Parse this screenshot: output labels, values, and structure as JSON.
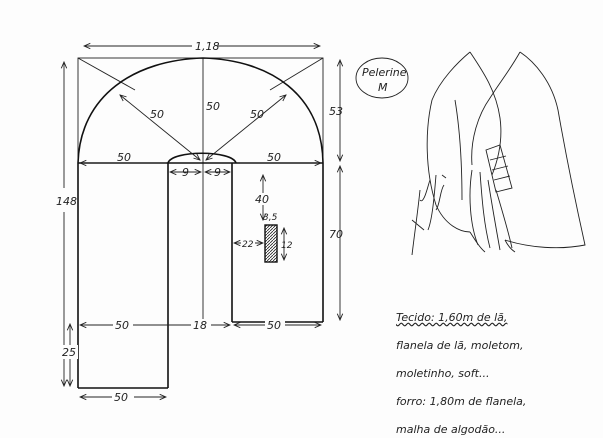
{
  "title": "Pelerine",
  "size": "M",
  "dimensions": {
    "total_width": "1,18",
    "total_height": "148",
    "top_height": "53",
    "body_height": "70",
    "radius_left": "50",
    "radius_center": "50",
    "radius_right": "50",
    "shoulder_left": "50",
    "shoulder_right": "50",
    "neck_left": "9",
    "neck_right": "9",
    "slot_offset": "40",
    "slot_width": "3,5",
    "slot_height": "12",
    "slot_side": "22",
    "bottom_left": "50",
    "bottom_center": "18",
    "bottom_right": "50",
    "flap_height": "25",
    "flap_width": "50"
  },
  "notes": [
    "Tecido: 1,60m de lã,",
    "flanela de lã, moletom,",
    "moletinho, soft...",
    "forro: 1,80m de flanela,",
    "malha de algodão..."
  ]
}
